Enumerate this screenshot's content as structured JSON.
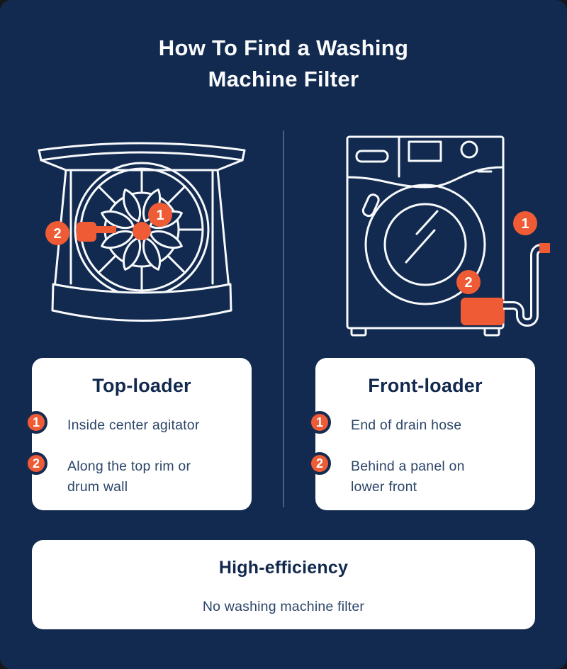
{
  "header": {
    "title_line1": "How To Find a Washing",
    "title_line2": "Machine Filter"
  },
  "colors": {
    "background_navy": "#122a4f",
    "accent_orange": "#ee5b35",
    "card_background": "#ffffff",
    "heading_text": "#12294e",
    "body_text": "#2c4568",
    "line_color": "#f7f9fc",
    "badge_ring": "#152b50"
  },
  "illustrations": {
    "top_loader": {
      "label": "Top-loader washing machine, top view",
      "marker1": "1",
      "marker2": "2"
    },
    "front_loader": {
      "label": "Front-loader washing machine, front view",
      "marker1": "1",
      "marker2": "2"
    }
  },
  "cards": [
    {
      "title": "Top-loader",
      "items": [
        {
          "number": "1",
          "lines": [
            "Inside center agitator"
          ]
        },
        {
          "number": "2",
          "lines": [
            "Along the top rim or",
            "drum wall"
          ]
        }
      ]
    },
    {
      "title": "Front-loader",
      "items": [
        {
          "number": "1",
          "lines": [
            "End of drain hose"
          ]
        },
        {
          "number": "2",
          "lines": [
            "Behind a panel on",
            "lower front"
          ]
        }
      ]
    }
  ],
  "high_efficiency_card": {
    "title": "High-efficiency",
    "text": "No washing machine filter"
  }
}
